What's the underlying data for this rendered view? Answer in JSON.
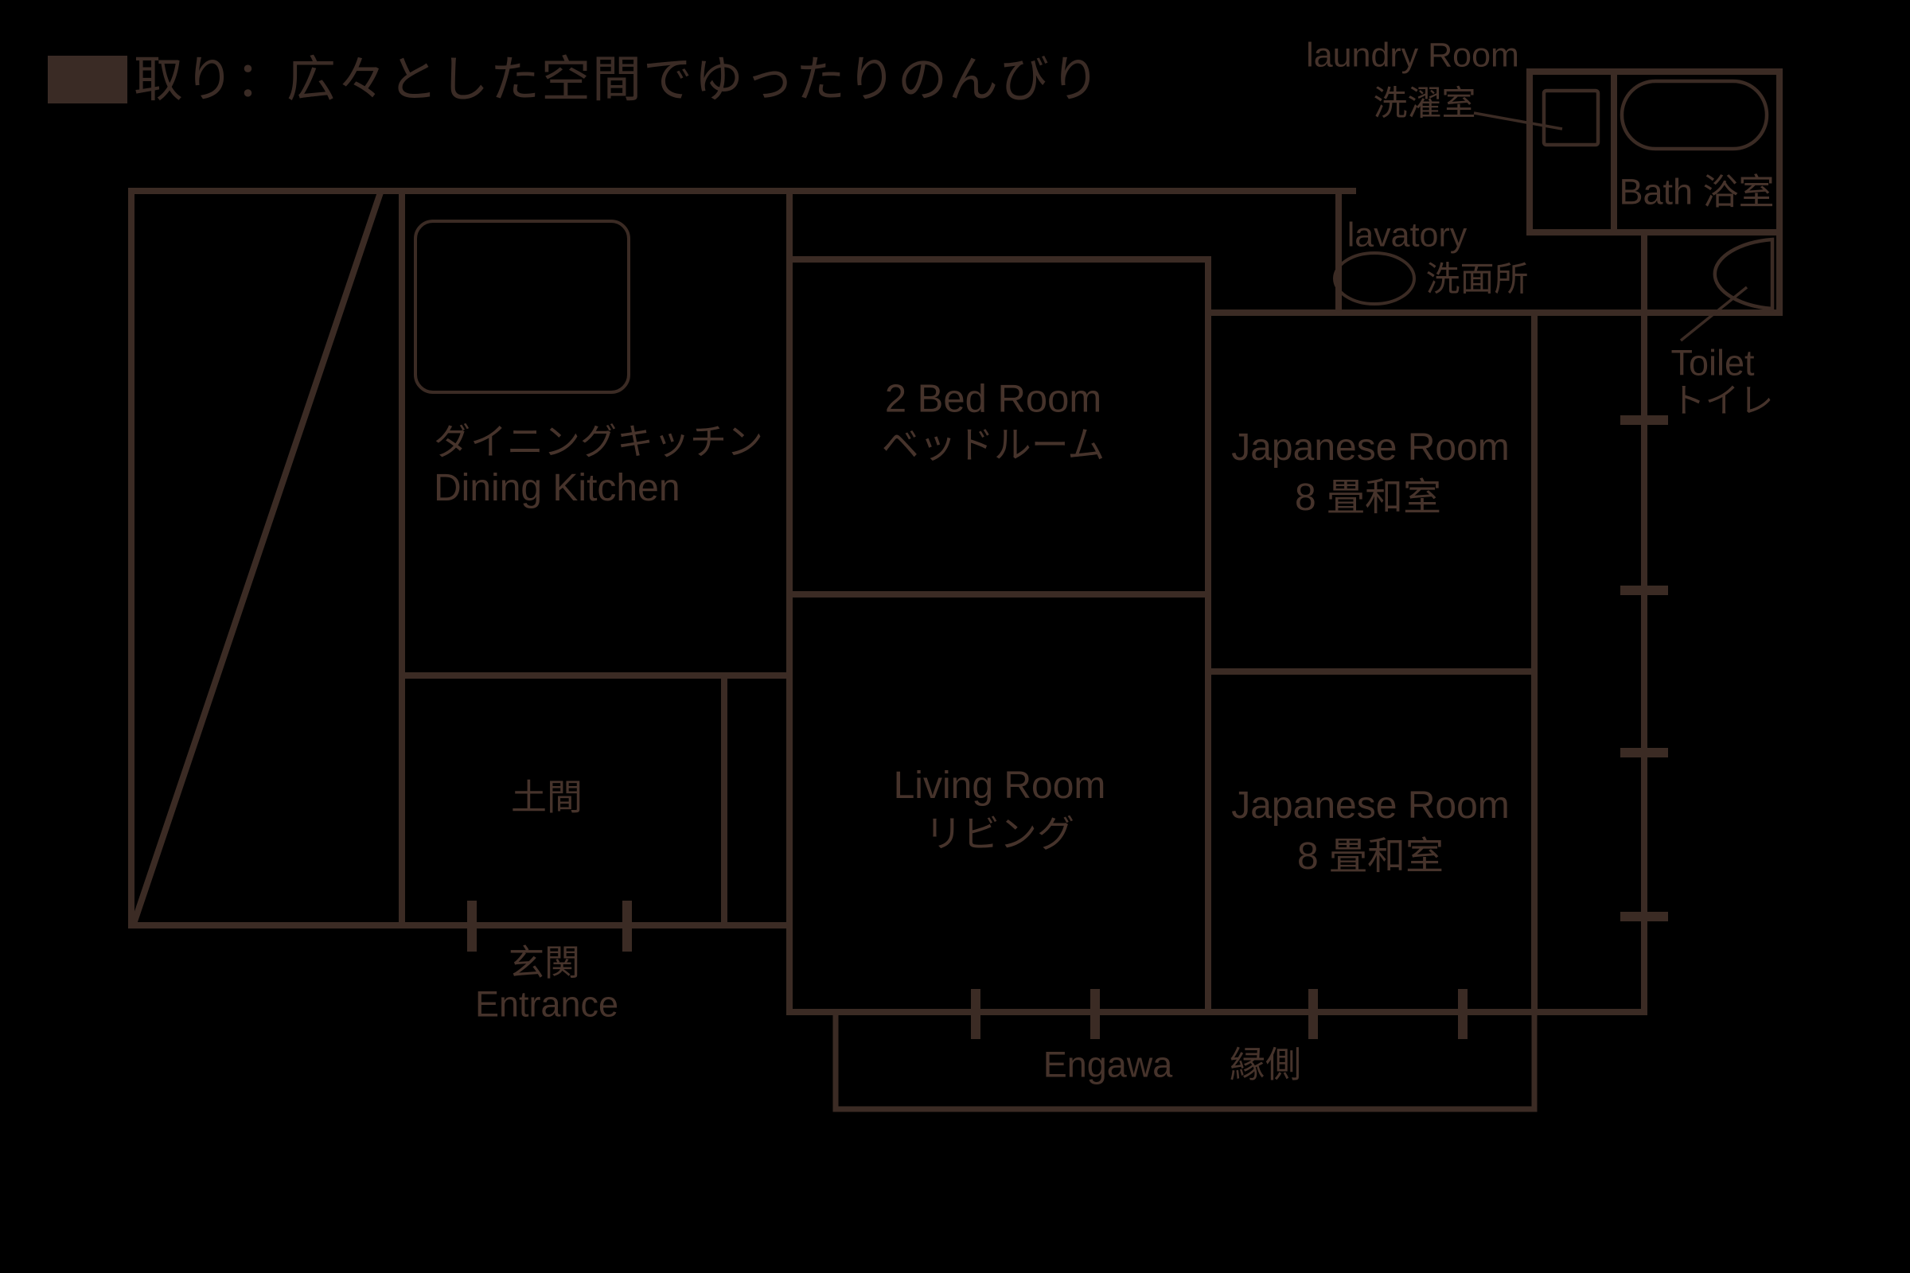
{
  "title": "取り：広々とした空間でゆったりのんびり",
  "colors": {
    "background": "#000000",
    "wall_stroke": "#3b2b24",
    "fixture_stroke": "#3b2b24",
    "text": "#46332b",
    "title_text": "#3a2b25"
  },
  "rooms": {
    "laundry": {
      "en": "laundry Room",
      "ja": "洗濯室"
    },
    "bath": {
      "label": "Bath 浴室"
    },
    "lavatory": {
      "en": "lavatory",
      "ja": "洗面所"
    },
    "toilet": {
      "en": "Toilet",
      "ja": "トイレ"
    },
    "bedroom": {
      "en": "2 Bed Room",
      "ja": "ベッドルーム"
    },
    "japanese_room_upper": {
      "en": "Japanese Room",
      "ja": "8 畳和室"
    },
    "japanese_room_lower": {
      "en": "Japanese Room",
      "ja": "8 畳和室"
    },
    "living": {
      "en": "Living Room",
      "ja": "リビング"
    },
    "dining_kitchen": {
      "ja": "ダイニングキッチン",
      "en": "Dining Kitchen"
    },
    "doma": {
      "ja": "土間"
    },
    "entrance": {
      "ja": "玄関",
      "en": "Entrance"
    },
    "engawa": {
      "en": "Engawa",
      "ja": "縁側"
    }
  },
  "fixtures": [
    "washing-machine-icon",
    "bathtub-icon",
    "sink-icon",
    "toilet-door-icon"
  ]
}
